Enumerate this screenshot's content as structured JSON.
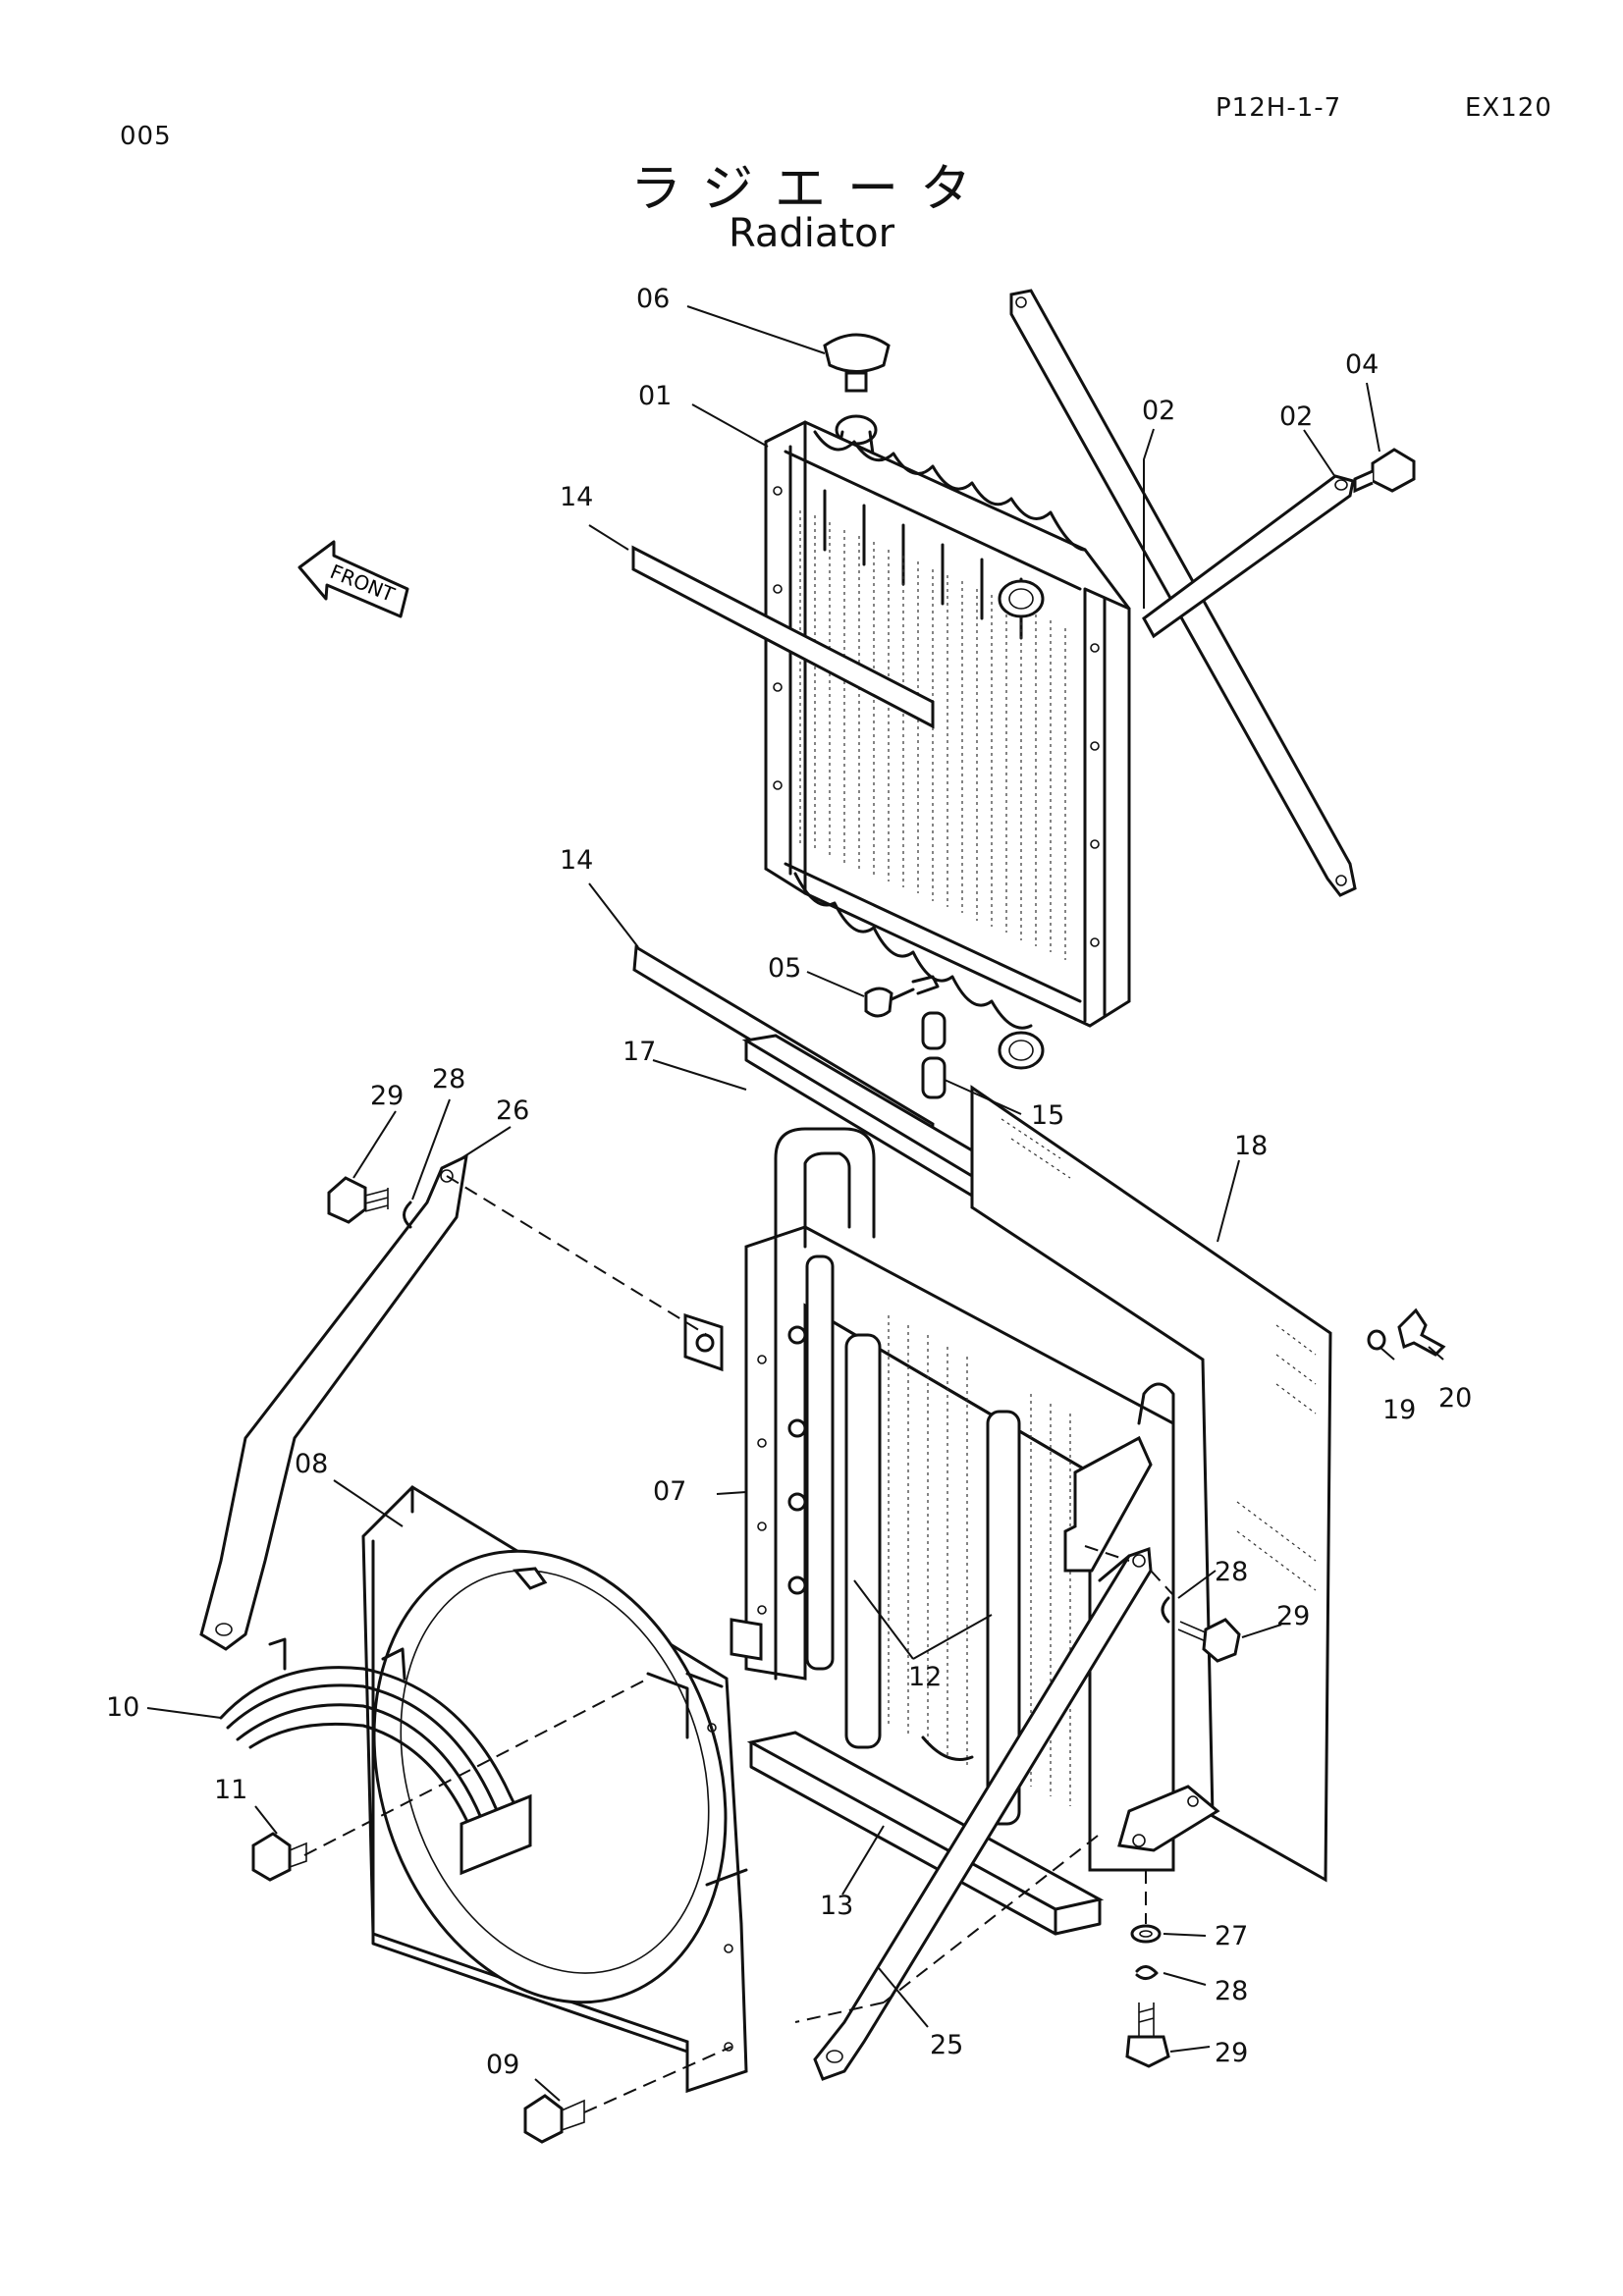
{
  "header": {
    "page_code": "005",
    "figure_ref": "P12H-1-7",
    "model": "EX120"
  },
  "title": {
    "japanese": "ラジエータ",
    "english": "Radiator"
  },
  "front_marker": "FRONT",
  "callouts": {
    "c01": "01",
    "c02a": "02",
    "c02b": "02",
    "c04": "04",
    "c05": "05",
    "c06": "06",
    "c07": "07",
    "c08": "08",
    "c09": "09",
    "c10": "10",
    "c11": "11",
    "c12": "12",
    "c13": "13",
    "c14a": "14",
    "c14b": "14",
    "c15": "15",
    "c17": "17",
    "c18": "18",
    "c19": "19",
    "c20": "20",
    "c25": "25",
    "c26": "26",
    "c27": "27",
    "c28a": "28",
    "c28b": "28",
    "c28c": "28",
    "c29a": "29",
    "c29b": "29",
    "c29c": "29"
  }
}
